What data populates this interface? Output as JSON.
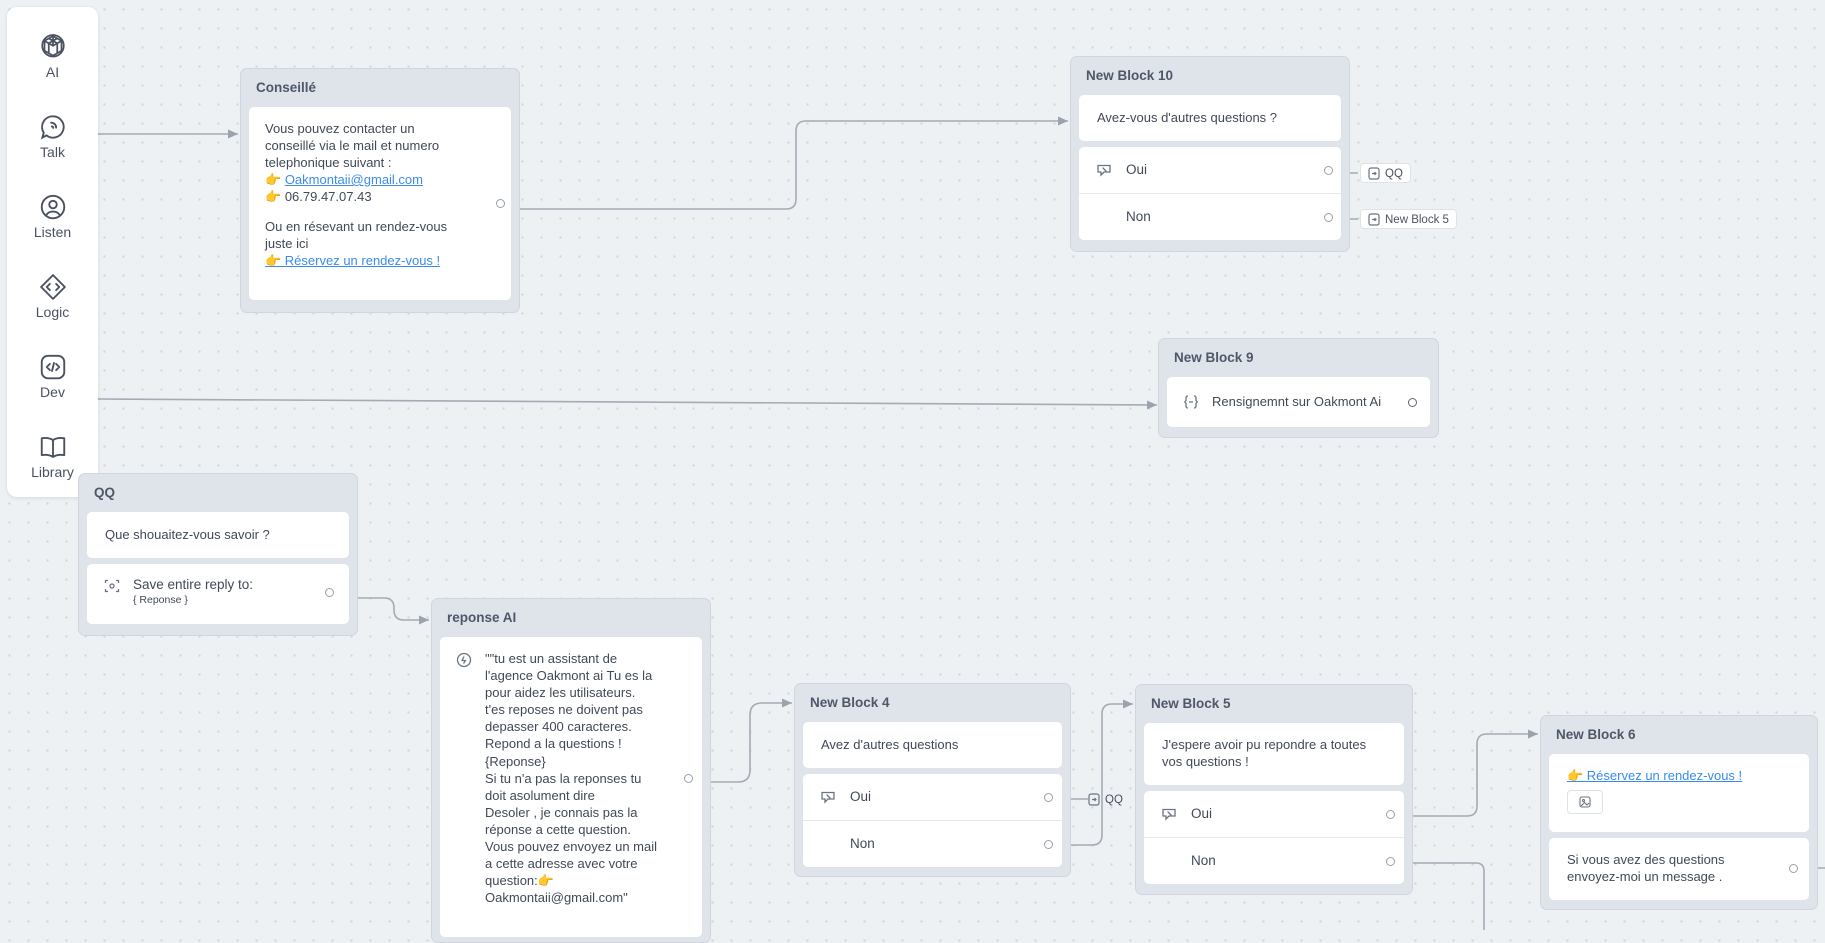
{
  "toolbar": {
    "items": [
      {
        "label": "AI",
        "icon": "openai-icon"
      },
      {
        "label": "Talk",
        "icon": "talk-icon"
      },
      {
        "label": "Listen",
        "icon": "listen-icon"
      },
      {
        "label": "Logic",
        "icon": "logic-icon"
      },
      {
        "label": "Dev",
        "icon": "dev-icon"
      },
      {
        "label": "Library",
        "icon": "library-icon"
      }
    ]
  },
  "blocks": {
    "conseille": {
      "title": "Conseillé",
      "message_lines": [
        "Vous pouvez contacter un",
        "conseillé via le mail et numero",
        "telephonique suivant :"
      ],
      "email_emoji": "👉",
      "email": "Oakmontaii@gmail.com",
      "phone_emoji": "👉",
      "phone": "06.79.47.07.43",
      "rdv_lines": [
        "Ou en résevant un rendez-vous",
        "juste ici"
      ],
      "rdv_link": "👉 Réservez un rendez-vous !"
    },
    "nb10": {
      "title": "New Block 10",
      "question": "Avez-vous d'autres questions ?",
      "choices": [
        "Oui",
        "Non"
      ],
      "targets": [
        "QQ",
        "New Block 5"
      ]
    },
    "nb9": {
      "title": "New Block 9",
      "step": "Rensignemnt sur Oakmont Ai"
    },
    "qq": {
      "title": "QQ",
      "question": "Que shouaitez-vous savoir ?",
      "capture_label": "Save entire reply to:",
      "capture_var": "{ Reponse }"
    },
    "reponse_ai": {
      "title": "reponse AI",
      "prompt_lines": [
        "\"\"tu est un assistant de",
        "l'agence Oakmont ai Tu es la",
        "pour aidez les utilisateurs.",
        "t'es reposes ne doivent pas",
        "depasser 400 caracteres.",
        "Repond a la questions !",
        "{Reponse}",
        "Si tu n'a pas la reponses tu",
        "doit asolument dire",
        "Desoler , je connais pas la",
        "réponse a cette question.",
        "Vous pouvez envoyez un mail",
        "a cette adresse avec votre",
        "question:👉",
        "Oakmontaii@gmail.com\""
      ]
    },
    "nb4": {
      "title": "New Block 4",
      "question": "Avez d'autres questions",
      "choices": [
        "Oui",
        "Non"
      ],
      "target": "QQ"
    },
    "nb5": {
      "title": "New Block 5",
      "question_lines": [
        "J'espere avoir pu repondre a toutes",
        "vos questions !"
      ],
      "choices": [
        "Oui",
        "Non"
      ]
    },
    "nb6": {
      "title": "New Block 6",
      "link": "👉 Réservez un rendez-vous !",
      "message_lines": [
        "Si vous avez des questions",
        "envoyez-moi un message ."
      ]
    }
  }
}
